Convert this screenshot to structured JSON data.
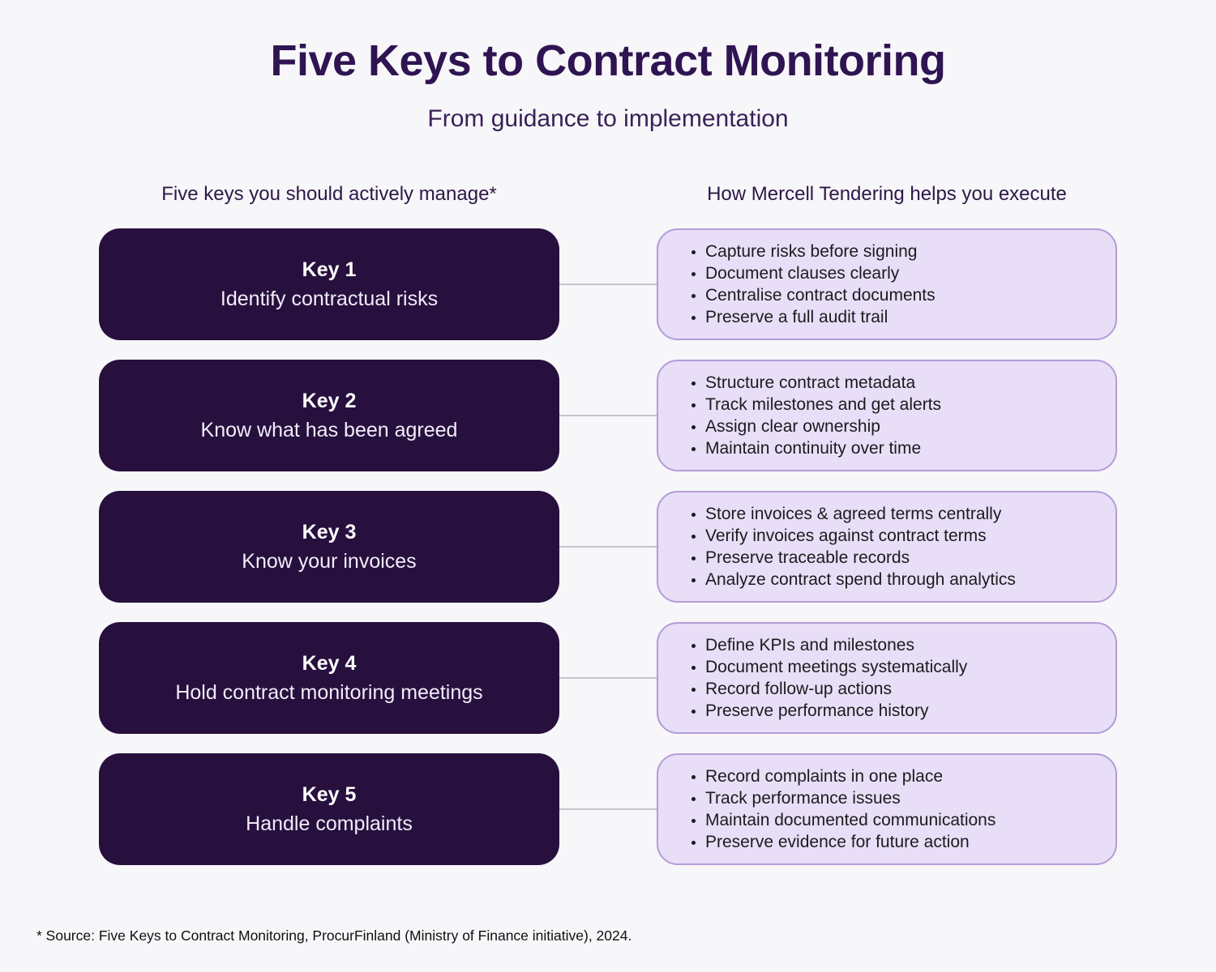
{
  "header": {
    "title": "Five Keys to Contract Monitoring",
    "subtitle": "From guidance to implementation"
  },
  "columns": {
    "left_header": "Five keys you should actively manage*",
    "right_header": "How Mercell Tendering helps you execute"
  },
  "rows": [
    {
      "key_label": "Key 1",
      "key_title": "Identify contractual risks",
      "bullets": [
        "Capture risks before signing",
        "Document clauses clearly",
        "Centralise contract documents",
        "Preserve a full audit trail"
      ]
    },
    {
      "key_label": "Key 2",
      "key_title": "Know what has been agreed",
      "bullets": [
        "Structure contract metadata",
        "Track milestones and get alerts",
        "Assign clear ownership",
        "Maintain continuity over time"
      ]
    },
    {
      "key_label": "Key 3",
      "key_title": "Know your invoices",
      "bullets": [
        "Store invoices & agreed terms centrally",
        "Verify invoices against contract terms",
        "Preserve traceable records",
        "Analyze contract spend through analytics"
      ]
    },
    {
      "key_label": "Key 4",
      "key_title": "Hold contract monitoring meetings",
      "bullets": [
        "Define KPIs and milestones",
        "Document meetings systematically",
        "Record follow-up actions",
        "Preserve performance history"
      ]
    },
    {
      "key_label": "Key 5",
      "key_title": "Handle complaints",
      "bullets": [
        "Record complaints in one place",
        "Track performance issues",
        "Maintain documented communications",
        "Preserve evidence for future action"
      ]
    }
  ],
  "footer": {
    "source": "* Source: Five Keys to Contract Monitoring, ProcurFinland (Ministry of Finance initiative), 2024."
  },
  "colors": {
    "background": "#f7f6f9",
    "title": "#2f1452",
    "subtitle": "#3a2159",
    "header_text": "#2c1847",
    "key_box": "#27103e",
    "key_box_text": "#ffffff",
    "detail_box_bg": "#e8def7",
    "detail_box_border": "#b39cd9",
    "connector": "#c8c3cd",
    "bullet_text": "#1b1b1e",
    "footer_text": "#101012"
  }
}
